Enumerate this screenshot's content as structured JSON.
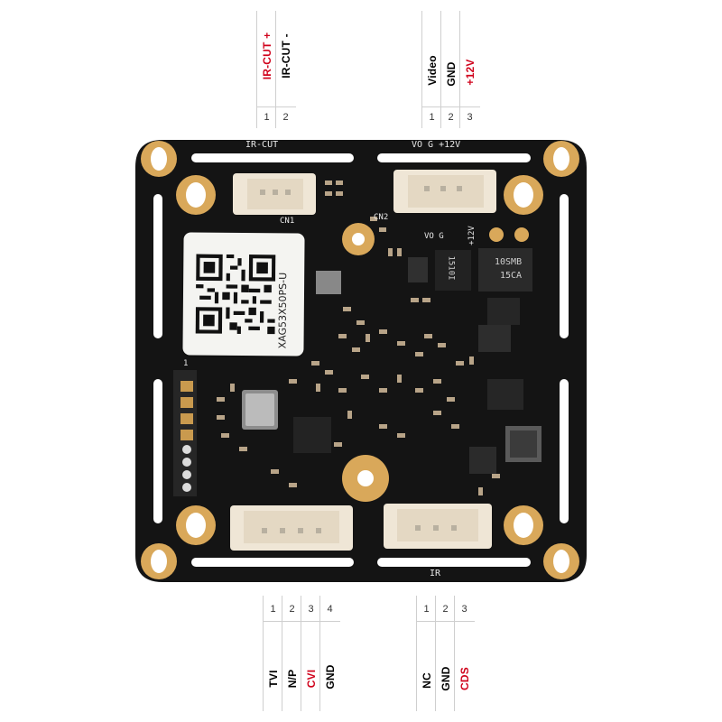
{
  "top_left_connector": {
    "labels": [
      {
        "text": "IR-CUT +",
        "color": "#d0021b"
      },
      {
        "text": "IR-CUT -",
        "color": "#000000"
      }
    ],
    "pins": [
      "1",
      "2"
    ]
  },
  "top_right_connector": {
    "labels": [
      {
        "text": "Video",
        "color": "#000000"
      },
      {
        "text": "GND",
        "color": "#000000"
      },
      {
        "text": "+12V",
        "color": "#d0021b"
      }
    ],
    "pins": [
      "1",
      "2",
      "3"
    ]
  },
  "bottom_left_connector": {
    "labels": [
      {
        "text": "TVI",
        "color": "#000000"
      },
      {
        "text": "N/P",
        "color": "#000000"
      },
      {
        "text": "CVI",
        "color": "#d0021b"
      },
      {
        "text": "GND",
        "color": "#000000"
      }
    ],
    "pins": [
      "1",
      "2",
      "3",
      "4"
    ]
  },
  "bottom_right_connector": {
    "labels": [
      {
        "text": "NC",
        "color": "#000000"
      },
      {
        "text": "GND",
        "color": "#000000"
      },
      {
        "text": "CDS",
        "color": "#d0021b"
      }
    ],
    "pins": [
      "1",
      "2",
      "3"
    ]
  },
  "board": {
    "silkscreen_top_left": "IR-CUT",
    "silkscreen_top_right": "VO  G  +12V",
    "silkscreen_bottom": "IR",
    "cn1_label": "CN1",
    "cn2_label": "CN2",
    "vo_label": "VO G",
    "plus12_label": "+12V",
    "sticker_code": "XAG53X50PS-U",
    "chip_marking_1": "10SMB",
    "chip_marking_2": "15CA",
    "ic_marking": "1510I",
    "header_pin_label": "1"
  },
  "colors": {
    "pcb": "#141414",
    "pad_gold": "#d9a85a",
    "connector_white": "#efe6d6",
    "accent_red": "#d0021b"
  }
}
